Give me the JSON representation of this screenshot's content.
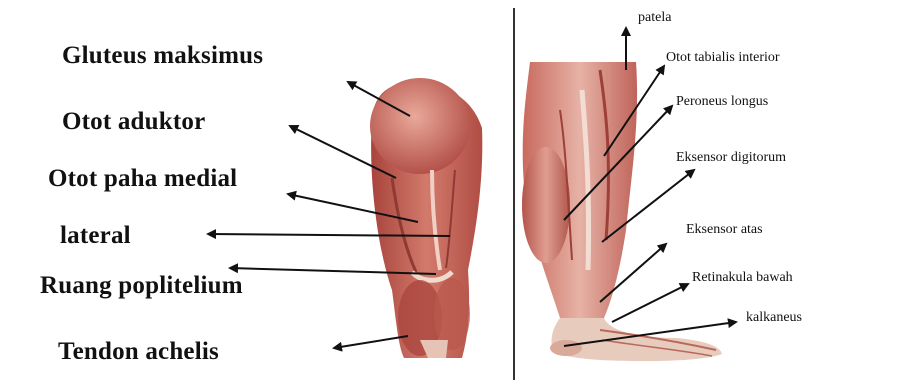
{
  "left_panel": {
    "labels": [
      "Gluteus maksimus",
      "Otot aduktor",
      "Otot paha medial",
      "lateral",
      "Ruang poplitelium",
      "Tendon achelis"
    ]
  },
  "right_panel": {
    "labels": [
      "patela",
      "Otot tabialis interior",
      "Peroneus longus",
      "Eksensor digitorum",
      "Eksensor atas",
      "Retinakula bawah",
      "kalkaneus"
    ]
  },
  "colors": {
    "muscle_dark": "#9a3a34",
    "muscle_mid": "#c9655a",
    "muscle_light": "#e3a093",
    "tendon": "#efe1d6",
    "arrow": "#111111",
    "divider": "#333333"
  }
}
